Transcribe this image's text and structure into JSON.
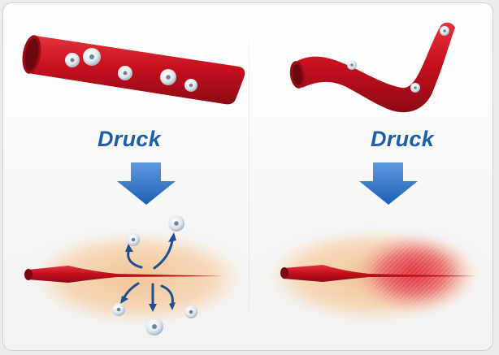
{
  "panels": [
    {
      "id": "left",
      "label": "Druck"
    },
    {
      "id": "right",
      "label": "Druck"
    }
  ],
  "colors": {
    "vessel": "#c8101e",
    "arrow": "#2f73c9",
    "label": "#1e5ea8",
    "tissue": "#f6c9a0",
    "hemorrhage": "#e02a37"
  },
  "icons": [
    "vessel",
    "blood-cell",
    "down-arrow",
    "curved-arrow",
    "hemorrhage"
  ]
}
